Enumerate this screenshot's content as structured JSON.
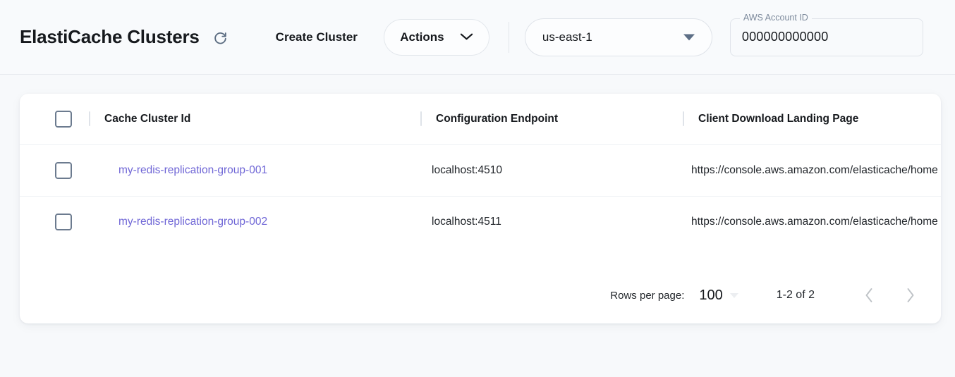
{
  "header": {
    "title": "ElastiCache Clusters",
    "refresh_icon": "refresh-icon",
    "create_cluster_label": "Create Cluster",
    "actions_label": "Actions",
    "actions_caret_icon": "chevron-down-icon",
    "region": {
      "value": "us-east-1",
      "caret_icon": "caret-down-icon"
    },
    "account": {
      "label": "AWS Account ID",
      "value": "000000000000"
    }
  },
  "table": {
    "columns": [
      {
        "key": "select",
        "label": ""
      },
      {
        "key": "cache_cluster_id",
        "label": "Cache Cluster Id"
      },
      {
        "key": "configuration_endpoint",
        "label": "Configuration Endpoint"
      },
      {
        "key": "client_download_landing_page",
        "label": "Client Download Landing Page"
      }
    ],
    "rows": [
      {
        "cache_cluster_id": "my-redis-replication-group-001",
        "configuration_endpoint": "localhost:4510",
        "client_download_landing_page": "https://console.aws.amazon.com/elasticache/home"
      },
      {
        "cache_cluster_id": "my-redis-replication-group-002",
        "configuration_endpoint": "localhost:4511",
        "client_download_landing_page": "https://console.aws.amazon.com/elasticache/home"
      }
    ]
  },
  "pagination": {
    "rows_per_page_label": "Rows per page:",
    "rows_per_page_value": "100",
    "range_label": "1-2 of 2",
    "prev_icon": "chevron-left-icon",
    "next_icon": "chevron-right-icon"
  },
  "colors": {
    "page_background": "#f7f9fb",
    "header_background": "#f8fafc",
    "card_background": "#ffffff",
    "link": "#6f66d6",
    "text_primary": "#16191d",
    "muted": "#7d8a9c",
    "disabled_control": "#bfc3c7"
  }
}
